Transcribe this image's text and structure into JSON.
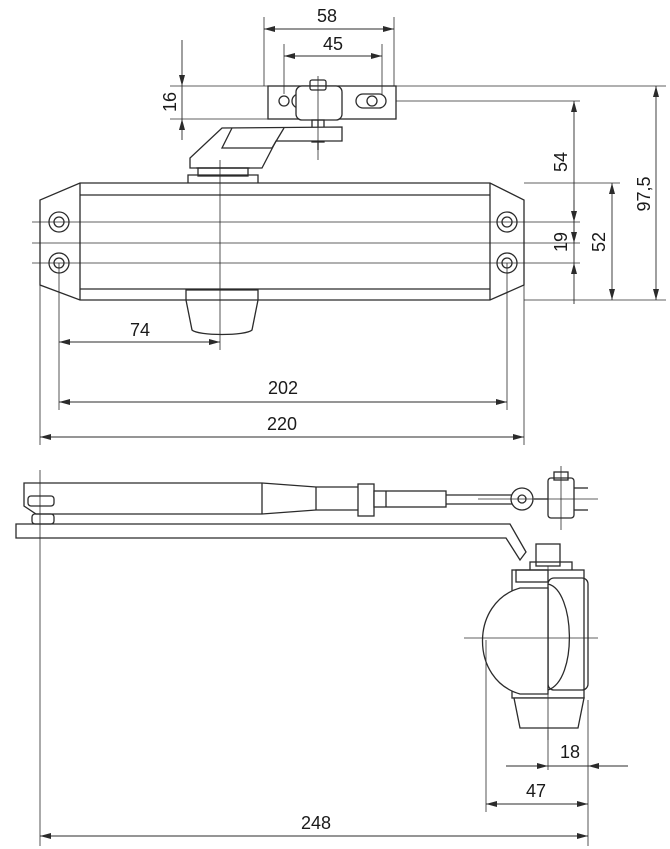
{
  "dimensions": {
    "mount_width": "58",
    "slot_spacing": "45",
    "bracket_height": "16",
    "arm_offset": "54",
    "overall_height": "97,5",
    "hole_spacing_vertical": "19",
    "body_height": "52",
    "arm_axis_offset": "74",
    "hole_spacing_horizontal": "202",
    "body_length": "220",
    "side_offset": "18",
    "side_depth": "47",
    "arm_length": "248"
  }
}
